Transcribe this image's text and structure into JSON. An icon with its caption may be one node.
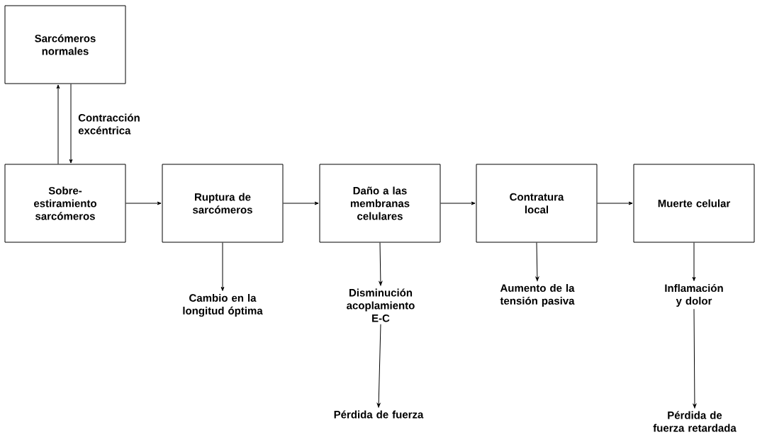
{
  "diagram": {
    "nodes": [
      {
        "text": [
          "Sarcómeros normales"
        ]
      },
      {
        "text": [
          "Sobre-estiramiento sarcómeros"
        ]
      },
      {
        "text": [
          "Ruptura de sarcómeros"
        ]
      },
      {
        "text": [
          "Daño a las membranas celulares"
        ]
      },
      {
        "text": [
          "Contratura local"
        ]
      },
      {
        "text": [
          "Muerte celular"
        ]
      },
      {
        "text": [
          "Cambio en la longitud óptima"
        ]
      },
      {
        "text": [
          "Disminución acoplamiento E-C"
        ]
      },
      {
        "text": [
          "Aumento de la tensión pasiva"
        ]
      },
      {
        "text": [
          "Inflamación y dolor"
        ]
      },
      {
        "text": [
          "Pérdida de fuerza"
        ]
      },
      {
        "text": [
          "Pérdida de fuerza retardada"
        ]
      }
    ],
    "edges": [
      {
        "from": 1,
        "to": 0,
        "arrow": "to"
      },
      {
        "from": 0,
        "to": 1,
        "arrow": "to",
        "label": "Contracción excéntrica"
      },
      {
        "from": 1,
        "to": 2,
        "arrow": "to"
      },
      {
        "from": 2,
        "to": 3,
        "arrow": "to"
      },
      {
        "from": 3,
        "to": 4,
        "arrow": "to"
      },
      {
        "from": 4,
        "to": 5,
        "arrow": "to"
      },
      {
        "from": 2,
        "to": 6,
        "arrow": "to"
      },
      {
        "from": 3,
        "to": 7,
        "arrow": "to"
      },
      {
        "from": 4,
        "to": 8,
        "arrow": "to"
      },
      {
        "from": 5,
        "to": 9,
        "arrow": "to"
      },
      {
        "from": 7,
        "to": 10,
        "arrow": "to"
      },
      {
        "from": 9,
        "to": 11,
        "arrow": "to"
      }
    ]
  }
}
